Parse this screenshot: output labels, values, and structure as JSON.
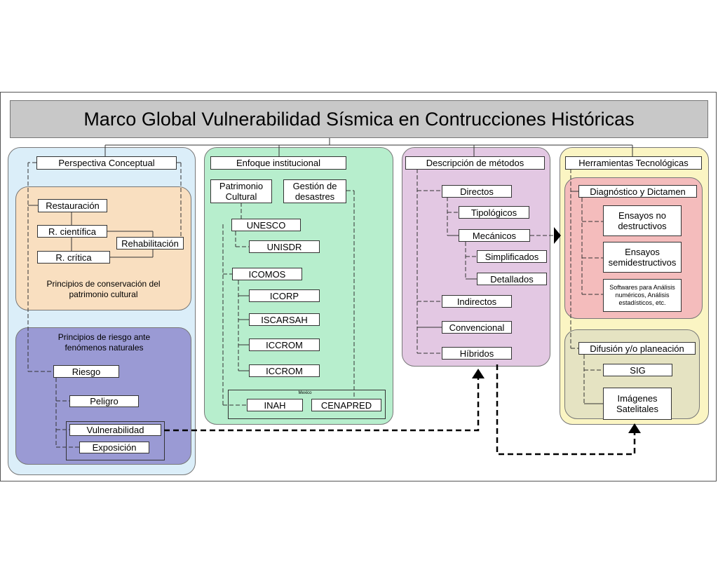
{
  "title": "Marco Global Vulnerabilidad Sísmica en Contrucciones Históricas",
  "colors": {
    "perspectiva": "#dbeef9",
    "conservacion": "#f9dfc0",
    "riesgo": "#9a9ad4",
    "institucional": "#b7eecd",
    "metodos": "#e3c8e3",
    "herramientas": "#fbf5c3",
    "diagnostico": "#f4bcbc",
    "difusion": "#e5e3c2"
  },
  "perspectiva": {
    "header": "Perspectiva Conceptual",
    "restauracion": "Restauración",
    "r_cientifica": "R. científica",
    "r_critica": "R. crítica",
    "rehabilitacion": "Rehabilitación",
    "conservacion_label": "Principios de conservación del patrimonio cultural",
    "riesgo_label": "Principios de riesgo ante fenómenos naturales",
    "riesgo": "Riesgo",
    "peligro": "Peligro",
    "vulnerabilidad": "Vulnerabilidad",
    "exposicion": "Exposición"
  },
  "institucional": {
    "header": "Enfoque institucional",
    "patrimonio": "Patrimonio Cultural",
    "gestion": "Gestión de desastres",
    "unesco": "UNESCO",
    "unisdr": "UNISDR",
    "icomos": "ICOMOS",
    "icorp": "ICORP",
    "iscarsah": "ISCARSAH",
    "iccrom1": "ICCROM",
    "iccrom2": "ICCROM",
    "mexico": "Mexico",
    "inah": "INAH",
    "cenapred": "CENAPRED"
  },
  "metodos": {
    "header": "Descripción de métodos",
    "directos": "Directos",
    "tipologicos": "Tipológicos",
    "mecanicos": "Mecánicos",
    "simplificados": "Simplificados",
    "detallados": "Detallados",
    "indirectos": "Indirectos",
    "convencional": "Convencional",
    "hibridos": "Híbridos"
  },
  "herramientas": {
    "header": "Herramientas Tecnológicas",
    "diagnostico": "Diagnóstico y Dictamen",
    "ensayos_no": "Ensayos no destructivos",
    "ensayos_semi": "Ensayos semidestructivos",
    "softwares": "Softwares para Análisis numéricos, Análisis estadísticos, etc.",
    "difusion": "Difusión y/o planeación",
    "sig": "SIG",
    "imagenes": "Imágenes Satelitales"
  }
}
